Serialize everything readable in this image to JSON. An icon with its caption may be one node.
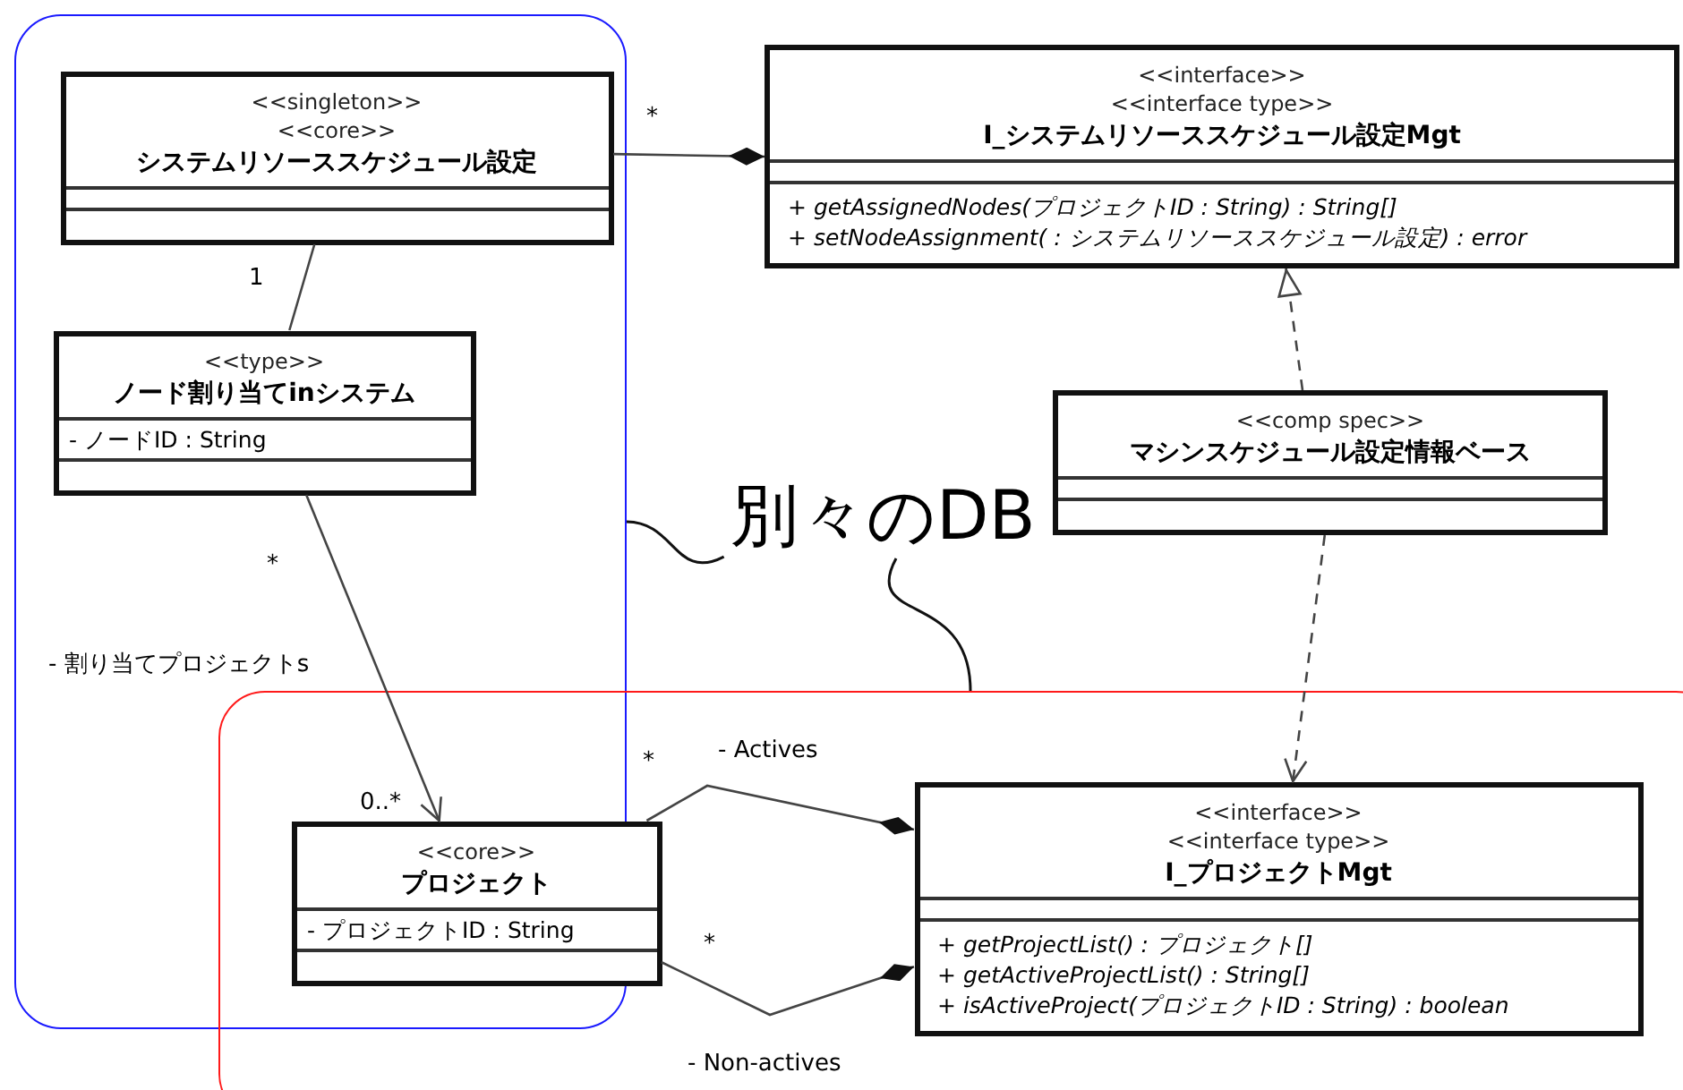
{
  "diagram": {
    "nodes": [
      {
        "text": [],
        "shape": "box"
      },
      {
        "text": [],
        "shape": "box"
      },
      {
        "text": [
          "<<singleton>>",
          "<<core>>",
          "システムリソーススケジュール設定"
        ],
        "in": 0
      },
      {
        "text": [
          "<<interface>>",
          "<<interface type>>",
          "I_システムリソーススケジュール設定Mgt",
          "+ getAssignedNodes(プロジェクトID : String) : String[]",
          "+ setNodeAssignment( : システムリソーススケジュール設定) : error"
        ]
      },
      {
        "text": [
          "<<type>>",
          "ノード割り当てinシステム",
          "- ノードID : String"
        ],
        "in": 0
      },
      {
        "text": [
          "<<comp spec>>",
          "マシンスケジュール設定情報ベース"
        ]
      },
      {
        "text": [
          "別々のDB"
        ]
      },
      {
        "text": [
          "<<core>>",
          "プロジェクト",
          "- プロジェクトID : String"
        ],
        "in": 1
      },
      {
        "text": [
          "<<interface>>",
          "<<interface type>>",
          "I_プロジェクトMgt",
          "+ getProjectList() : プロジェクト[]",
          "+ getActiveProjectList() : String[]",
          "+ isActiveProject(プロジェクトID : String) : boolean"
        ],
        "in": 1
      }
    ],
    "edges": [
      {
        "from": 2,
        "to": 3,
        "arrow": "other"
      },
      {
        "from": 2,
        "to": 4,
        "arrow": "none"
      },
      {
        "from": 4,
        "to": 7,
        "arrow": "to",
        "label": "- 割り当てプロジェクトs"
      },
      {
        "from": 5,
        "to": 3,
        "arrow": "to",
        "style": "dashed"
      },
      {
        "from": 5,
        "to": 8,
        "arrow": "to",
        "style": "dashed"
      },
      {
        "from": 7,
        "to": 8,
        "arrow": "other",
        "label": "- Actives"
      },
      {
        "from": 7,
        "to": 8,
        "arrow": "other",
        "label": "- Non-actives"
      },
      {
        "from": 6,
        "to": 0,
        "arrow": "none"
      },
      {
        "from": 6,
        "to": 1,
        "arrow": "none"
      }
    ],
    "labels": [
      "*",
      "1",
      "*",
      "0..*",
      "*",
      "*"
    ]
  }
}
